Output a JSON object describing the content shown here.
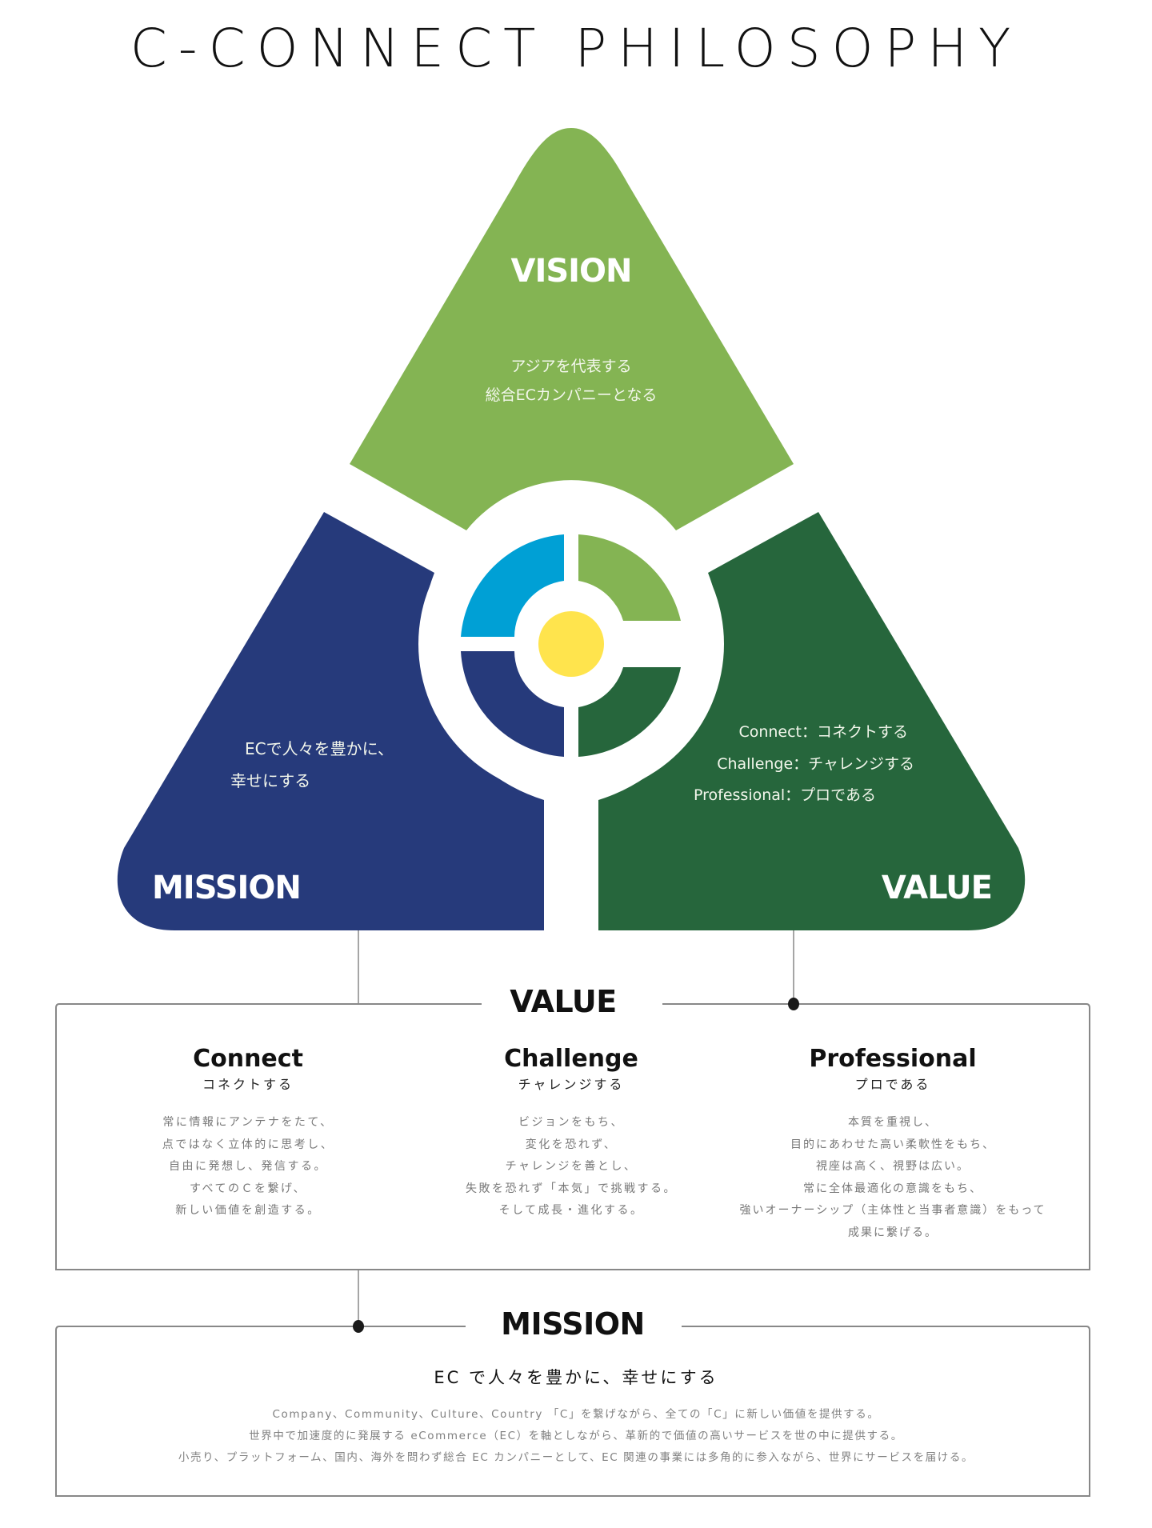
{
  "title": "C-CONNECT PHILOSOPHY",
  "colors": {
    "vision_green": "#84b453",
    "mission_navy": "#263a7b",
    "value_green": "#26663c",
    "logo_blue": "#00a0d5",
    "logo_yellow": "#ffe44d",
    "line_gray": "#888888"
  },
  "diagram": {
    "vision": {
      "label": "VISION",
      "text": [
        "アジアを代表する",
        "総合ECカンパニーとなる"
      ]
    },
    "mission": {
      "label": "MISSION",
      "text": [
        "ECで人々を豊かに、",
        "幸せにする"
      ]
    },
    "value": {
      "label": "VALUE",
      "text": [
        "Connect：コネクトする",
        "Challenge：チャレンジする",
        "Professional：プロである"
      ]
    },
    "logo": {
      "icon": "c-connect-logo-icon"
    }
  },
  "value_section": {
    "heading": "VALUE",
    "columns": [
      {
        "title": "Connect",
        "subtitle": "コネクトする",
        "lines": [
          "常に情報にアンテナをたて、",
          "点ではなく立体的に思考し、",
          "自由に発想し、発信する。",
          "すべてのＣを繋げ、",
          "新しい価値を創造する。"
        ]
      },
      {
        "title": "Challenge",
        "subtitle": "チャレンジする",
        "lines": [
          "ビジョンをもち、",
          "変化を恐れず、",
          "チャレンジを善とし、",
          "失敗を恐れず「本気」で挑戦する。",
          "そして成長・進化する。"
        ]
      },
      {
        "title": "Professional",
        "subtitle": "プロである",
        "lines": [
          "本質を重視し、",
          "目的にあわせた高い柔軟性をもち、",
          "視座は高く、視野は広い。",
          "常に全体最適化の意識をもち、",
          "強いオーナーシップ（主体性と当事者意識）をもって",
          "成果に繋げる。"
        ]
      }
    ]
  },
  "mission_section": {
    "heading": "MISSION",
    "statement": "EC で人々を豊かに、幸せにする",
    "lines": [
      "Company、Community、Culture、Country 「C」を繋げながら、全ての「C」に新しい価値を提供する。",
      "世界中で加速度的に発展する eCommerce（EC）を軸としながら、革新的で価値の高いサービスを世の中に提供する。",
      "小売り、プラットフォーム、国内、海外を問わず総合 EC カンパニーとして、EC 関連の事業には多角的に参入ながら、世界にサービスを届ける。"
    ]
  }
}
